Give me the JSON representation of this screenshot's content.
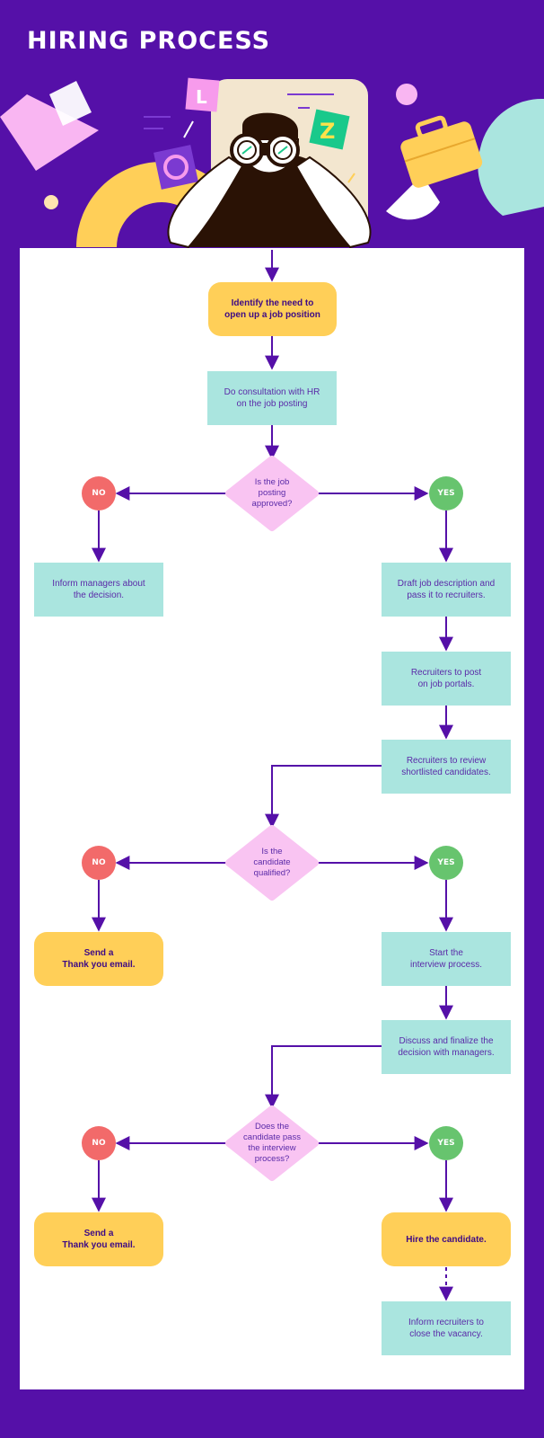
{
  "title": "HIRING PROCESS",
  "colors": {
    "background": "#5510a8",
    "teal_box": "#aae5df",
    "yellow_box": "#ffcf58",
    "diamond": "#f9c4f2",
    "no_circle": "#f26a6a",
    "yes_circle": "#67c46e",
    "line": "#5510a8"
  },
  "illustration": {
    "icons": [
      "binoculars-icon",
      "briefcase-icon",
      "letter-z-icon",
      "letter-l-icon",
      "letter-o-icon",
      "triangle-shape",
      "arch-shape",
      "circle-shape"
    ],
    "letters": {
      "z": "Z",
      "l": "L"
    }
  },
  "steps": {
    "identify": "Identify the need to\nopen up a job position",
    "consult": "Do consultation with HR\non the job posting",
    "q1": "Is the job\nposting\napproved?",
    "inform_managers": "Inform managers about\nthe decision.",
    "draft": "Draft job description and\npass it to recruiters.",
    "post": "Recruiters to post\non job portals.",
    "review": "Recruiters to review\nshortlisted candidates.",
    "q2": "Is the\ncandidate\nqualified?",
    "thanks1": "Send a\nThank you email.",
    "interview": "Start the\ninterview process.",
    "discuss": "Discuss and finalize the\ndecision with managers.",
    "q3": "Does the\ncandidate pass\nthe interview\nprocess?",
    "thanks2": "Send a\nThank you email.",
    "hire": "Hire the candidate.",
    "close": "Inform recruiters to\nclose the vacancy."
  },
  "answers": {
    "no": "NO",
    "yes": "YES"
  }
}
